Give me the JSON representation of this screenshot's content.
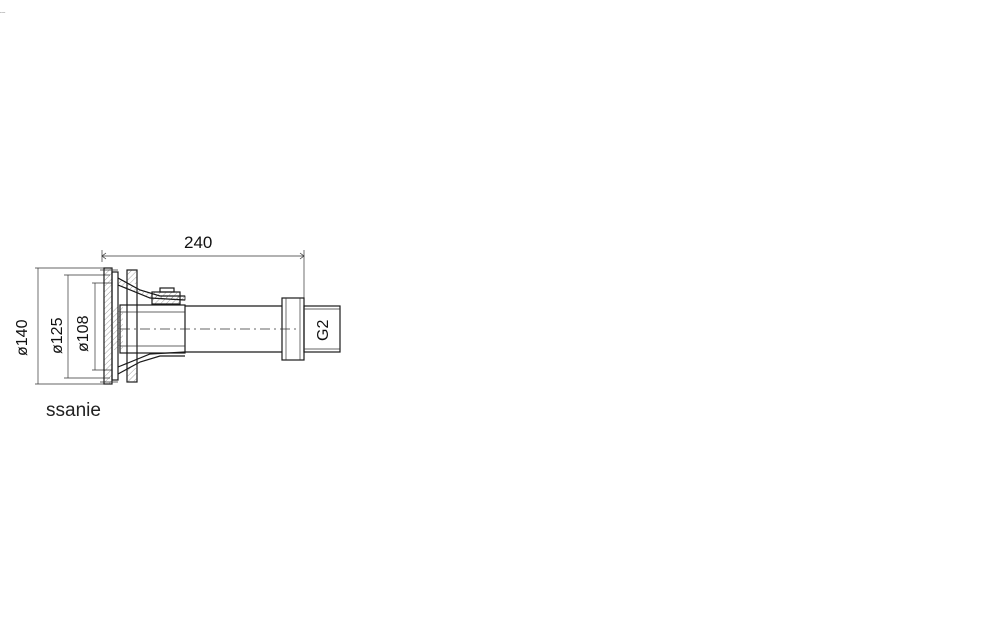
{
  "main_drawing": {
    "length_dim": "240",
    "outer_diameter": "ø140",
    "flange_diameter": "ø125",
    "inner_diameter": "ø108",
    "thread": "G2",
    "caption": "ssanie"
  }
}
